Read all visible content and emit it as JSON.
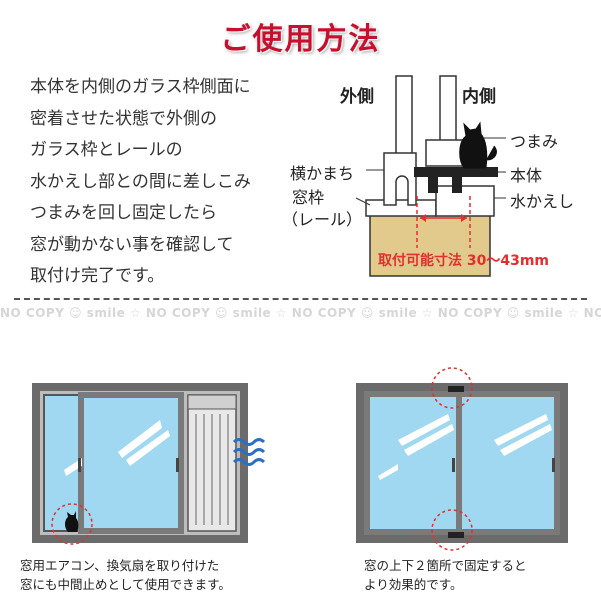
{
  "title": "ご使用方法",
  "instructions": [
    "本体を内側のガラス枠側面に",
    "密着させた状態で外側の",
    "ガラス枠とレールの",
    "水かえし部との間に差しこみ",
    "つまみを回し固定したら",
    "窓が動かない事を確認して",
    "取付け完了です。"
  ],
  "diagram": {
    "outside": "外側",
    "inside": "内側",
    "knob": "つまみ",
    "body": "本体",
    "drip": "水かえし",
    "crossbar": "横かまち",
    "sash_frame": "窓枠",
    "rail": "（レール）",
    "range": "取付可能寸法 30〜43mm"
  },
  "watermark": "NO COPY ☺ smile ☆ NO COPY ☺ smile ☆ NO COPY ☺ smile ☆ NO COPY ☺ smile ☆ NO COPY ☺ smile",
  "captions": {
    "left": [
      "窓用エアコン、換気扇を取り付けた",
      "窓にも中間止めとして使用できます。"
    ],
    "right": [
      "窓の上下２箇所で固定すると",
      "より効果的です。"
    ]
  },
  "colors": {
    "title": "#c8102e",
    "accent": "#e03030",
    "frame": "#6b6b6b",
    "glass": "#9fd8f0",
    "wall": "#e2c98c",
    "wave": "#2b6fc4"
  }
}
